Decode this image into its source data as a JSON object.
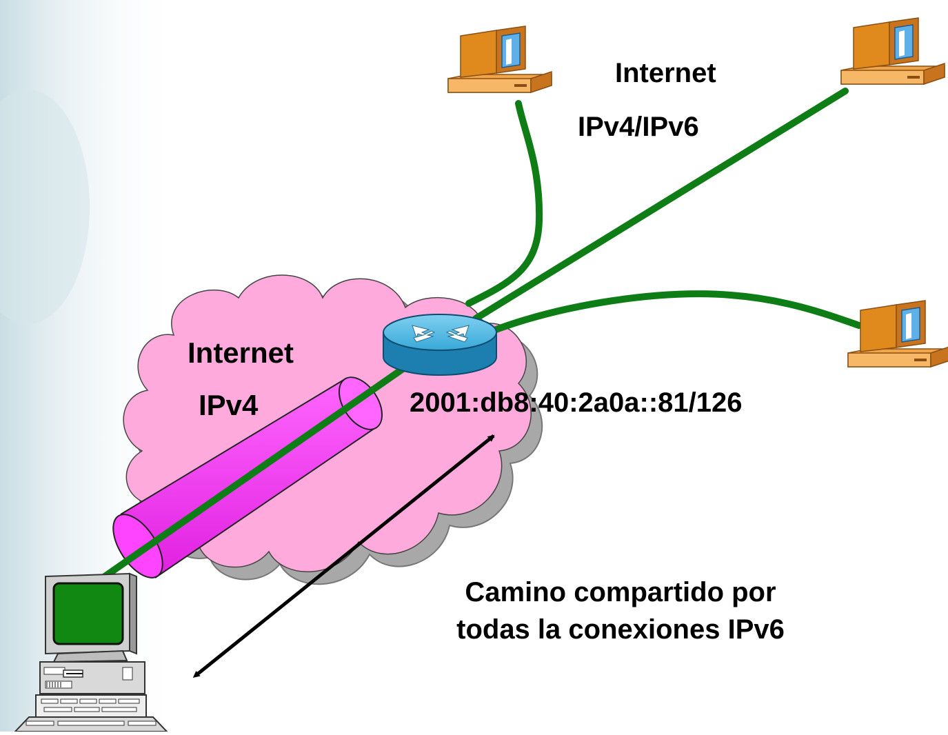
{
  "labels": {
    "internet_top": "Internet",
    "ipv4_ipv6": "IPv4/IPv6",
    "internet_cloud": "Internet",
    "ipv4_cloud": "IPv4",
    "router_address": "2001:db8:40:2a0a::81/126",
    "caption_line1": "Camino compartido por",
    "caption_line2": "todas la conexiones IPv6"
  },
  "colors": {
    "cloud_fill": "#ffaadd",
    "cloud_shadow": "#a0a0a0",
    "tunnel": "#ff44ff",
    "link": "#0e7d16",
    "router": "#2aa3d6",
    "pc_orange": "#e08a1e",
    "client_screen": "#118811"
  },
  "nodes": {
    "router_icon": "router-icon",
    "remote_host_icon": "desktop-computer-icon",
    "client_host_icon": "workstation-computer-icon"
  }
}
